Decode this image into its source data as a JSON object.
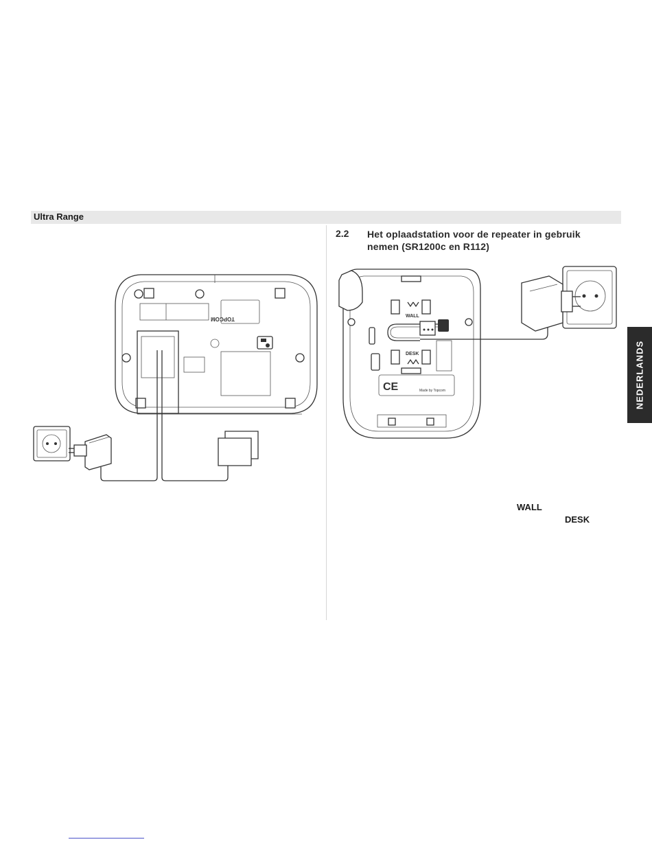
{
  "header": {
    "title": "Ultra Range"
  },
  "section": {
    "number": "2.2",
    "title": "Het oplaadstation voor de repeater in gebruik nemen (SR1200c en R112)"
  },
  "side_tab": {
    "label": "NEDERLANDS"
  },
  "labels": {
    "wall": "WALL",
    "desk": "DESK"
  },
  "figure_left": {
    "brand": "TOPCOM"
  },
  "figure_right": {
    "slot_wall": "WALL",
    "slot_desk": "DESK",
    "made_by": "Made by Topcom"
  }
}
